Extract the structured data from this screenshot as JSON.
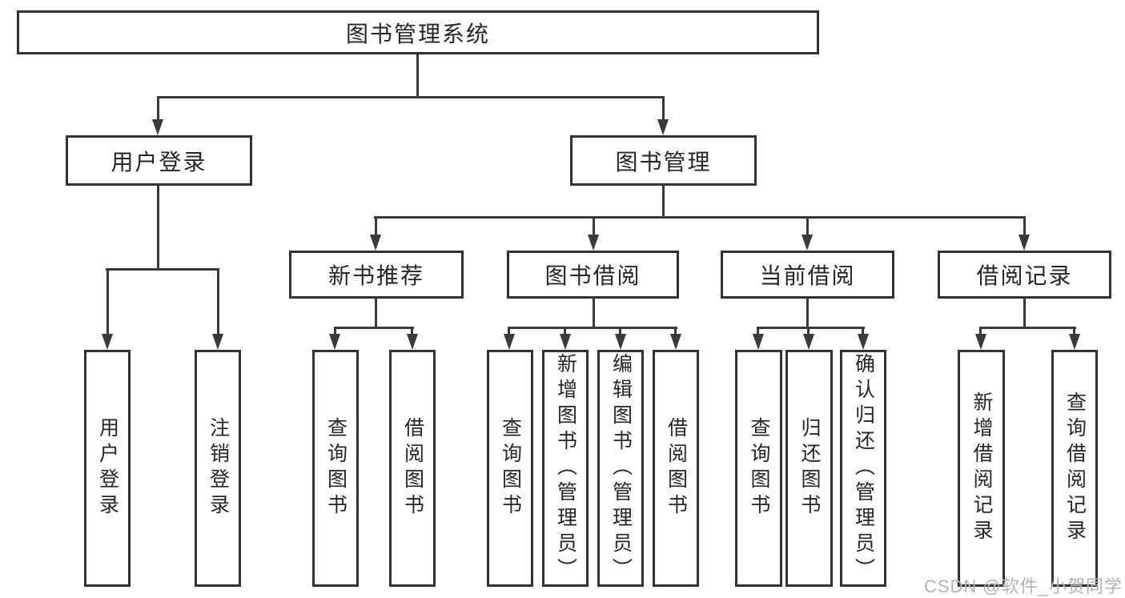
{
  "tree": {
    "root": {
      "label": "图书管理系统"
    },
    "level2": [
      {
        "label": "用户登录",
        "parent": "图书管理系统"
      },
      {
        "label": "图书管理",
        "parent": "图书管理系统"
      }
    ],
    "level3": [
      {
        "label": "新书推荐",
        "parent": "图书管理"
      },
      {
        "label": "图书借阅",
        "parent": "图书管理"
      },
      {
        "label": "当前借阅",
        "parent": "图书管理"
      },
      {
        "label": "借阅记录",
        "parent": "图书管理"
      }
    ],
    "leaves": [
      {
        "label": "用户登录",
        "parent": "用户登录"
      },
      {
        "label": "注销登录",
        "parent": "用户登录"
      },
      {
        "label": "查询图书",
        "parent": "新书推荐"
      },
      {
        "label": "借阅图书",
        "parent": "新书推荐"
      },
      {
        "label": "查询图书",
        "parent": "图书借阅"
      },
      {
        "label": "新增图书（管理员）",
        "parent": "图书借阅"
      },
      {
        "label": "编辑图书（管理员）",
        "parent": "图书借阅"
      },
      {
        "label": "借阅图书",
        "parent": "图书借阅"
      },
      {
        "label": "查询图书",
        "parent": "当前借阅"
      },
      {
        "label": "归还图书",
        "parent": "当前借阅"
      },
      {
        "label": "确认归还（管理员）",
        "parent": "当前借阅"
      },
      {
        "label": "新增借阅记录",
        "parent": "借阅记录"
      },
      {
        "label": "查询借阅记录",
        "parent": "借阅记录"
      }
    ]
  },
  "watermark": {
    "text": "CSDN @软件_小贺同学"
  },
  "colors": {
    "line": "#3a3a3a",
    "box_border": "#333333",
    "text": "#262626",
    "watermark": "#b3b3b3",
    "background": "#ffffff"
  }
}
